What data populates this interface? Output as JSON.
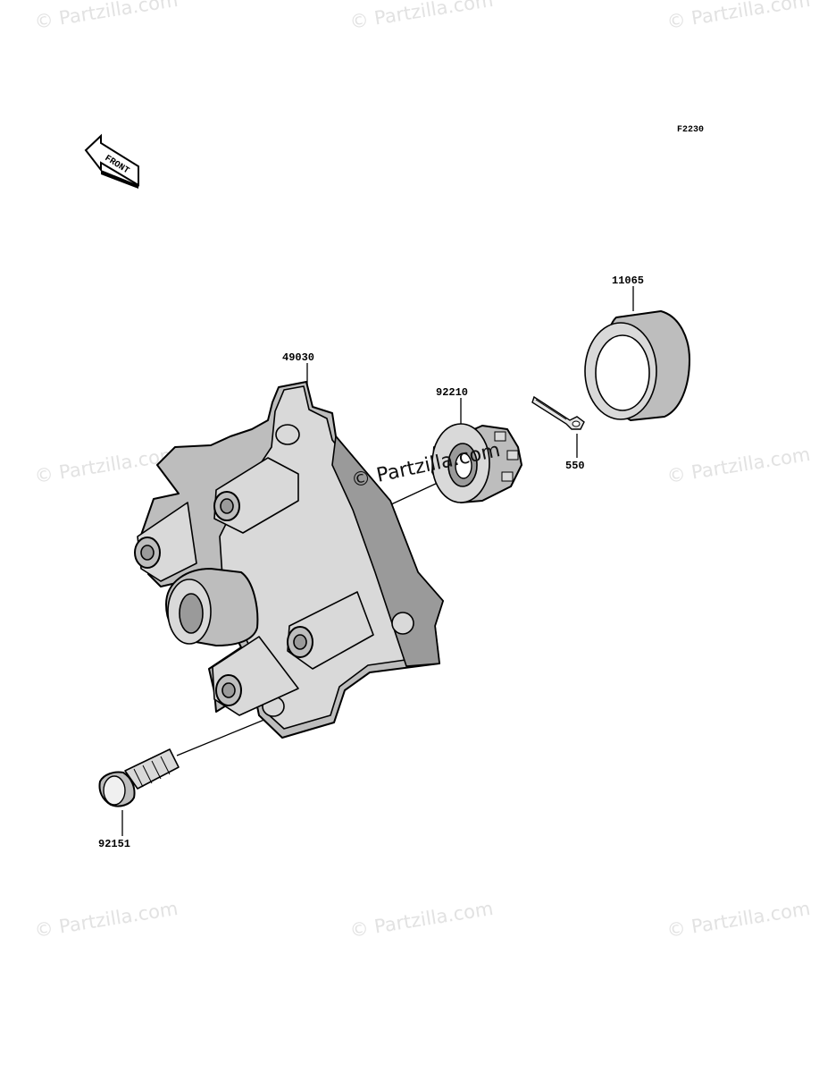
{
  "diagram": {
    "code": "F2230",
    "front_label": "FRONT",
    "watermark": "Partzilla.com",
    "callouts": {
      "hub": "49030",
      "nut": "92210",
      "bearing": "11065",
      "cotter_pin": "550",
      "stud": "92151"
    }
  }
}
